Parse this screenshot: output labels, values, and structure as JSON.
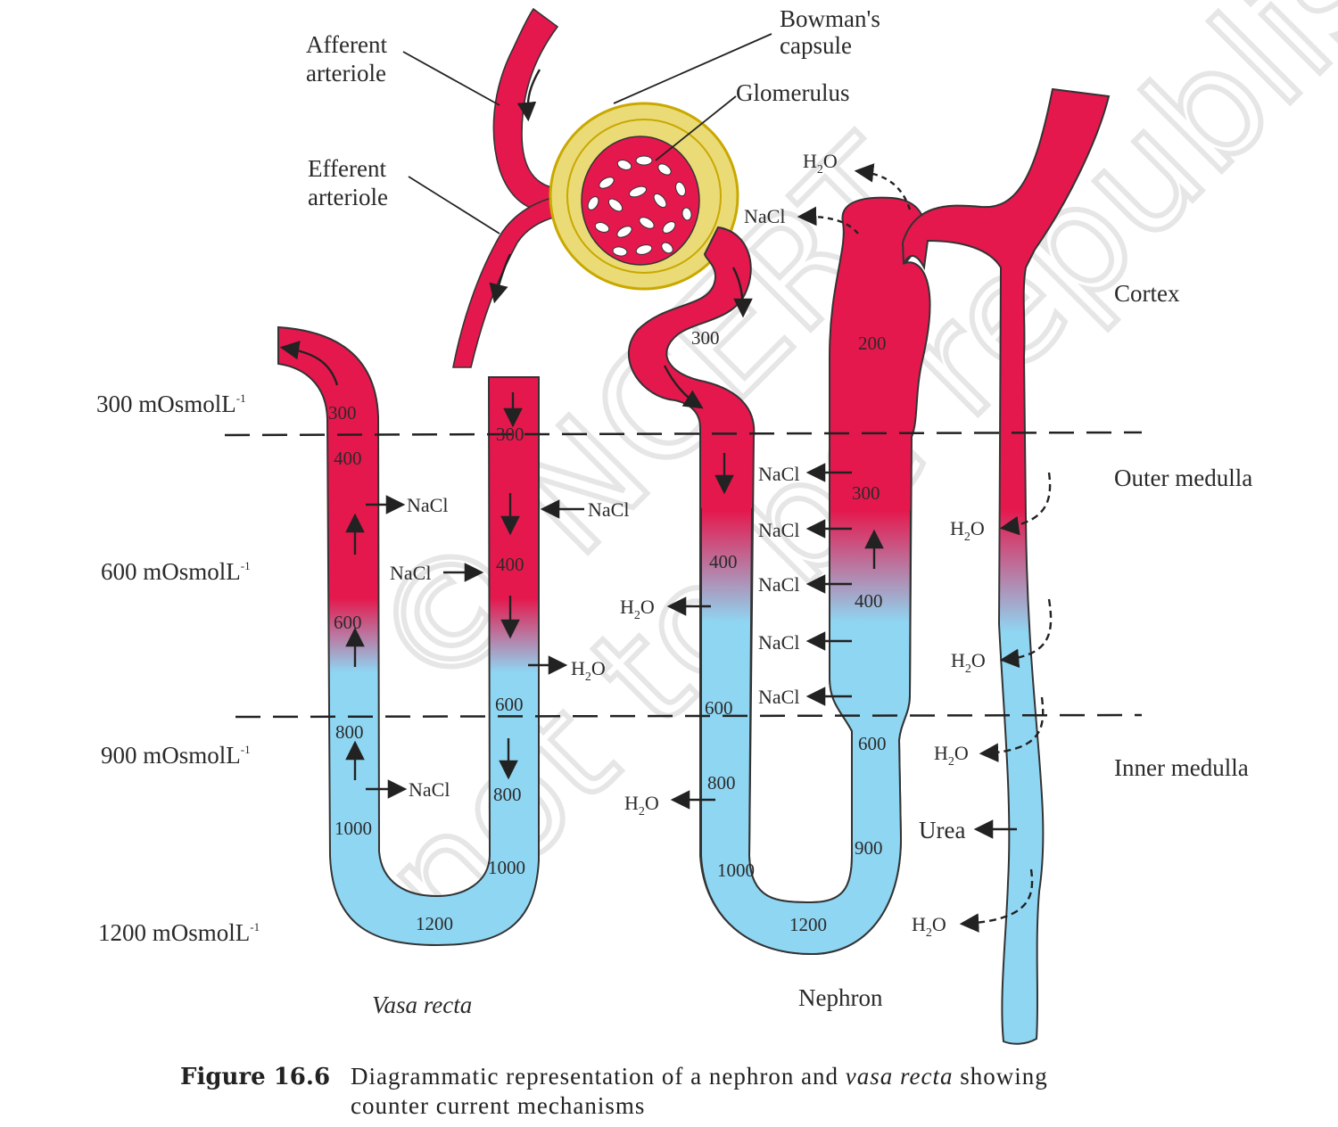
{
  "watermark": {
    "line1": "© NCERT",
    "line2": "not to be republished"
  },
  "osmolarity_levels": [
    {
      "value": "300",
      "unit": "mOsmolL",
      "exp": "-1"
    },
    {
      "value": "600",
      "unit": "mOsmolL",
      "exp": "-1"
    },
    {
      "value": "900",
      "unit": "mOsmolL",
      "exp": "-1"
    },
    {
      "value": "1200",
      "unit": "mOsmolL",
      "exp": "-1"
    }
  ],
  "regions": {
    "cortex": "Cortex",
    "outer_medulla": "Outer medulla",
    "inner_medulla": "Inner medulla"
  },
  "labels": {
    "afferent_1": "Afferent",
    "afferent_2": "arteriole",
    "efferent_1": "Efferent",
    "efferent_2": "arteriole",
    "bowman_1": "Bowman's",
    "bowman_2": "capsule",
    "glomerulus": "Glomerulus",
    "vasa_recta": "Vasa recta",
    "nephron": "Nephron"
  },
  "substances": {
    "nacl": "NaCl",
    "h": "H",
    "o": "O",
    "two": "2",
    "urea": "Urea"
  },
  "vasa_recta_values": {
    "ascending": [
      "300",
      "400",
      "600",
      "800",
      "1000"
    ],
    "descending": [
      "300",
      "400",
      "600",
      "800",
      "1000"
    ],
    "bottom": "1200"
  },
  "nephron_values": {
    "pct": "300",
    "dct": "200",
    "ascending": [
      "300",
      "400",
      "600",
      "900"
    ],
    "descending": [
      "400",
      "600",
      "800",
      "1000"
    ],
    "bottom": "1200"
  },
  "caption": {
    "figure_label": "Figure 16.6",
    "line1_a": "Diagrammatic representation of a nephron and",
    "line1_italic": "vasa recta",
    "line1_b": "showing",
    "line2": "counter current mechanisms"
  },
  "colors": {
    "red": "#E5184D",
    "blue": "#8FD6F3",
    "capsule": "#EADB77",
    "capsule_edge": "#D4B200"
  }
}
